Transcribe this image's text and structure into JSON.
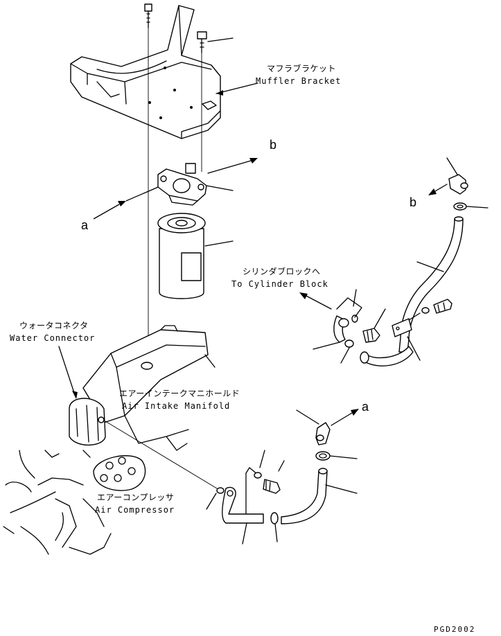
{
  "labels": {
    "muffler_bracket_jp": "マフラブラケット",
    "muffler_bracket_en": "Muffler Bracket",
    "to_cylinder_block_jp": "シリンダブロックへ",
    "to_cylinder_block_en": "To Cylinder Block",
    "water_connector_jp": "ウォータコネクタ",
    "water_connector_en": "Water Connector",
    "air_intake_manifold_jp": "エアーインテークマニホールド",
    "air_intake_manifold_en": "Air Intake Manifold",
    "air_compressor_jp": "エアーコンプレッサ",
    "air_compressor_en": "Air Compressor"
  },
  "refs": {
    "a": "a",
    "b": "b"
  },
  "drawing_code": "PGD2002"
}
